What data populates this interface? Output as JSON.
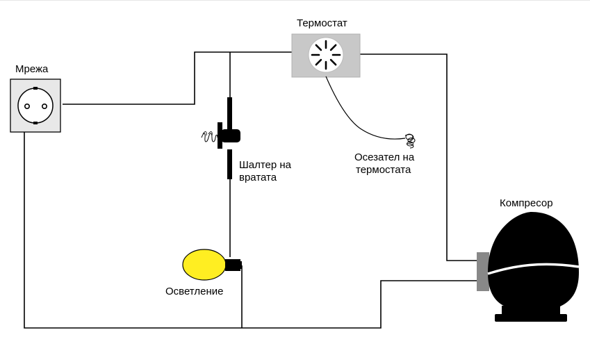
{
  "labels": {
    "mains": "Мрежа",
    "thermostat": "Термостат",
    "door_switch_line1": "Шалтер на",
    "door_switch_line2": "вратата",
    "sensor_line1": "Осезател на",
    "sensor_line2": "термостата",
    "compressor": "Компресор",
    "lighting": "Осветление"
  },
  "colors": {
    "wire": "#000000",
    "socket_face": "#e8e8e8",
    "thermostat_body": "#c8c8c8",
    "bulb": "#ffee22",
    "compressor_body": "#000000",
    "compressor_terminal": "#888888"
  },
  "icons": [
    "socket-icon",
    "thermostat-icon",
    "door-switch-icon",
    "bulb-icon",
    "compressor-icon",
    "sensor-bulb-icon"
  ]
}
